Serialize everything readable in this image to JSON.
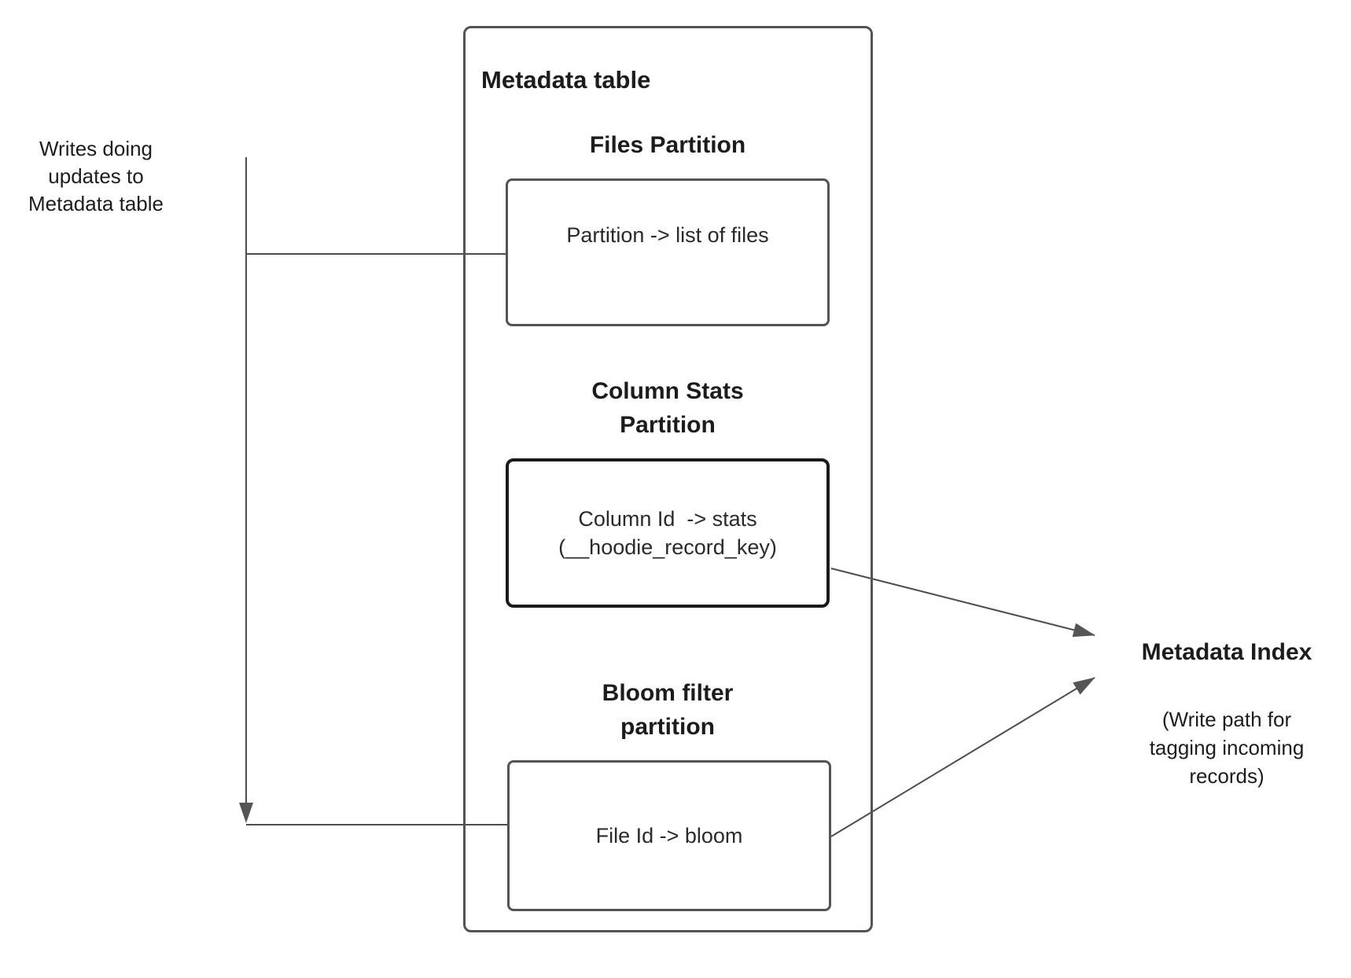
{
  "left_note": {
    "text": "Writes doing\nupdates to\nMetadata table"
  },
  "metadata_table": {
    "title": "Metadata table",
    "partitions": [
      {
        "heading": "Files Partition",
        "box_text": "Partition -> list of files",
        "emphasized": false
      },
      {
        "heading": "Column Stats\nPartition",
        "box_text": "Column Id  -> stats\n(__hoodie_record_key)",
        "emphasized": true
      },
      {
        "heading": "Bloom filter\npartition",
        "box_text": "File Id -> bloom",
        "emphasized": false
      }
    ]
  },
  "metadata_index": {
    "title": "Metadata Index",
    "note": "(Write path for\ntagging incoming\nrecords)"
  },
  "colors": {
    "connector_line": "#4d4d4d",
    "arrowhead": "#555555",
    "box_border": "#545454",
    "emphasis_border": "#1a1a1a",
    "text": "#1c1c1c",
    "background": "#ffffff"
  }
}
